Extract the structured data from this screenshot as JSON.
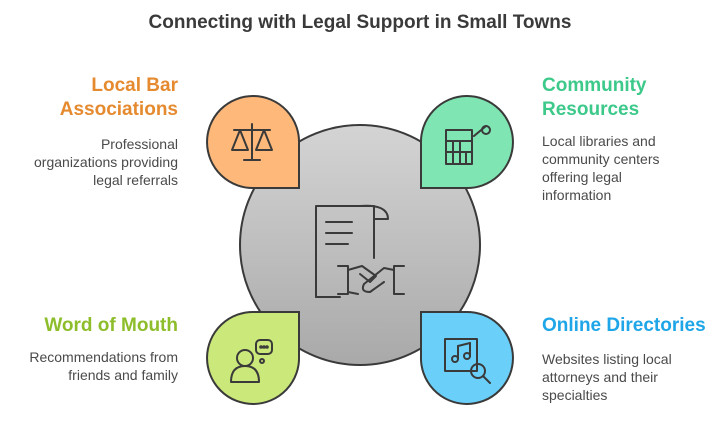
{
  "title": "Connecting with Legal Support in Small Towns",
  "items": [
    {
      "heading_lines": [
        "Local Bar",
        "Associations"
      ],
      "description_lines": [
        "Professional",
        "organizations providing",
        "legal referrals"
      ],
      "color": "#fdb87a",
      "heading_color": "#e58a2f",
      "icon": "scales-icon"
    },
    {
      "heading_lines": [
        "Community",
        "Resources"
      ],
      "description_lines": [
        "Local libraries and",
        "community centers",
        "offering legal",
        "information"
      ],
      "color": "#7fe6b3",
      "heading_color": "#3cc98a",
      "icon": "library-icon"
    },
    {
      "heading_lines": [
        "Word of Mouth"
      ],
      "description_lines": [
        "Recommendations from",
        "friends and family"
      ],
      "color": "#cbe87a",
      "heading_color": "#8dbd2a",
      "icon": "person-speech-icon"
    },
    {
      "heading_lines": [
        "Online Directories"
      ],
      "description_lines": [
        "Websites listing local",
        "attorneys and their",
        "specialties"
      ],
      "color": "#6ad0f9",
      "heading_color": "#1ea6e8",
      "icon": "music-search-icon"
    }
  ],
  "center": {
    "color": "#c8c8c8",
    "icon": "contract-handshake-icon"
  }
}
